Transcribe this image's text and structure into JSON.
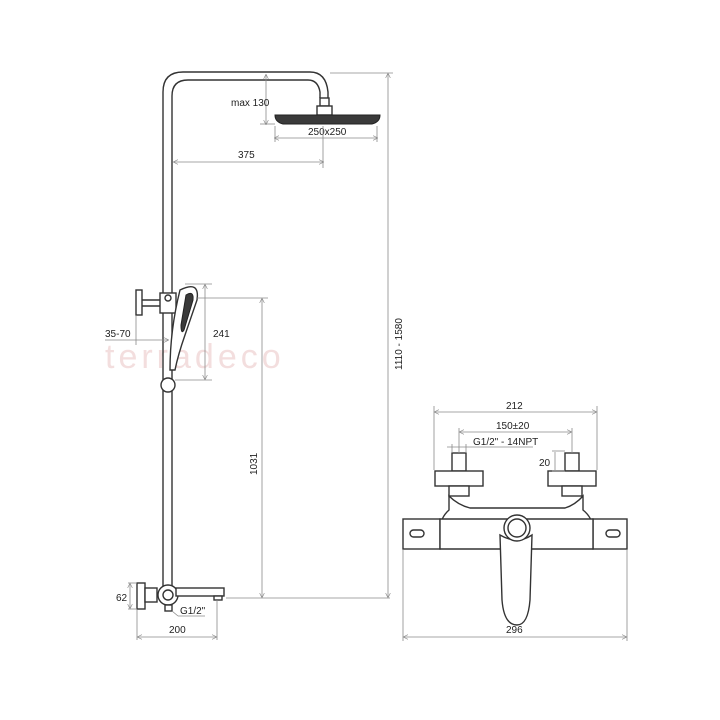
{
  "watermark": "terradeco",
  "side_view": {
    "head_height_label": "max 130",
    "head_size_label": "250x250",
    "arm_length_label": "375",
    "total_height_label": "1110 - 1580",
    "hand_shower_label": "241",
    "wall_distance_label": "35-70",
    "mixer_height_label": "1031",
    "mixer_depth_label": "62",
    "connection_label": "G1/2\"",
    "spout_length_label": "200"
  },
  "front_view": {
    "outer_width_label": "212",
    "spacing_label": "150±20",
    "thread_label": "G1/2\" - 14NPT",
    "eccentric_label": "20",
    "body_width_label": "296"
  }
}
